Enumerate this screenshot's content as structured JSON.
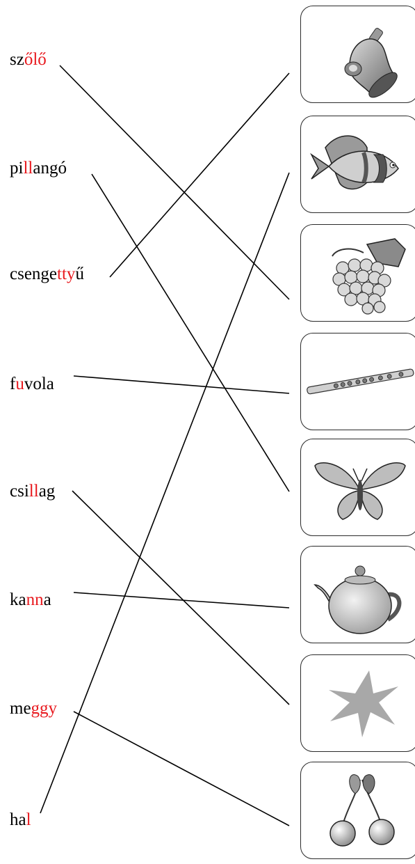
{
  "exercise": {
    "words": [
      {
        "id": "szolo",
        "parts": [
          {
            "t": "sz",
            "h": false
          },
          {
            "t": "ől",
            "h": true
          },
          {
            "t": "ő",
            "h": true
          }
        ]
      },
      {
        "id": "pillango",
        "parts": [
          {
            "t": "pi",
            "h": false
          },
          {
            "t": "ll",
            "h": true
          },
          {
            "t": "angó",
            "h": false
          }
        ]
      },
      {
        "id": "csengettyu",
        "parts": [
          {
            "t": "csenge",
            "h": false
          },
          {
            "t": "tty",
            "h": true
          },
          {
            "t": "ű",
            "h": false
          }
        ]
      },
      {
        "id": "fuvola",
        "parts": [
          {
            "t": "f",
            "h": false
          },
          {
            "t": "u",
            "h": true
          },
          {
            "t": "vola",
            "h": false
          }
        ]
      },
      {
        "id": "csillag",
        "parts": [
          {
            "t": "csi",
            "h": false
          },
          {
            "t": "ll",
            "h": true
          },
          {
            "t": "ag",
            "h": false
          }
        ]
      },
      {
        "id": "kanna",
        "parts": [
          {
            "t": "ka",
            "h": false
          },
          {
            "t": "nn",
            "h": true
          },
          {
            "t": "a",
            "h": false
          }
        ]
      },
      {
        "id": "meggy",
        "parts": [
          {
            "t": "me",
            "h": false
          },
          {
            "t": "ggy",
            "h": true
          }
        ]
      },
      {
        "id": "hal",
        "parts": [
          {
            "t": "ha",
            "h": false
          },
          {
            "t": "l",
            "h": true
          }
        ]
      }
    ],
    "pictures": [
      "bell-icon",
      "fish-icon",
      "grapes-icon",
      "flute-icon",
      "butterfly-icon",
      "teapot-icon",
      "star-icon",
      "cherries-icon"
    ],
    "connections": [
      {
        "word": "szolo",
        "picture": "grapes-icon"
      },
      {
        "word": "pillango",
        "picture": "butterfly-icon"
      },
      {
        "word": "csengettyu",
        "picture": "bell-icon"
      },
      {
        "word": "fuvola",
        "picture": "flute-icon"
      },
      {
        "word": "csillag",
        "picture": "star-icon"
      },
      {
        "word": "kanna",
        "picture": "teapot-icon"
      },
      {
        "word": "meggy",
        "picture": "cherries-icon"
      },
      {
        "word": "hal",
        "picture": "fish-icon"
      }
    ],
    "colors": {
      "highlight": "#e8191e",
      "text": "#000000",
      "line": "#000000",
      "card_border": "#2a2a2a"
    }
  }
}
